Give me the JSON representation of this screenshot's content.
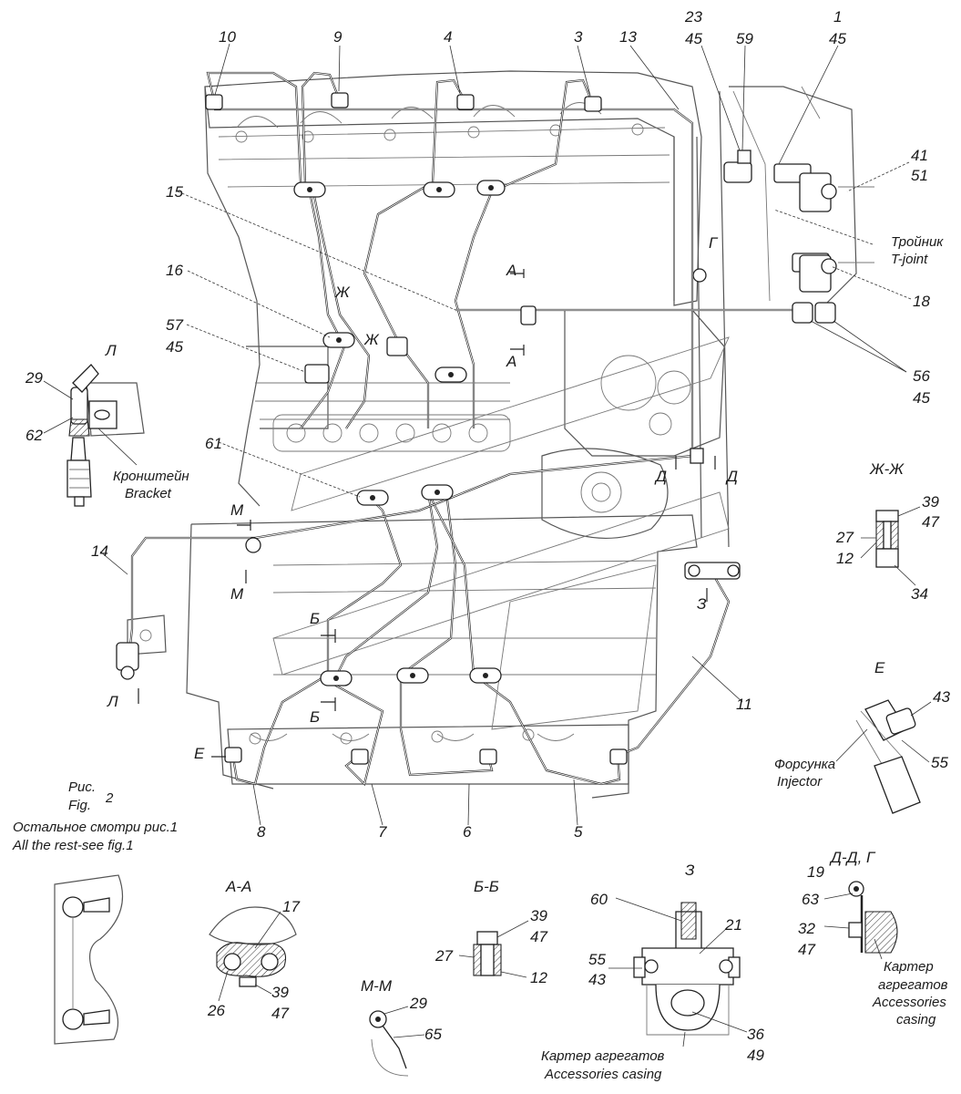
{
  "figure": {
    "number": "2",
    "caption_ru": "Рис.",
    "caption_en": "Fig.",
    "note_ru": "Остальное смотри рис.1",
    "note_en": "All the rest-see fig.1"
  },
  "callouts": {
    "c10": "10",
    "c9": "9",
    "c4": "4",
    "c3": "3",
    "c13": "13",
    "c23": "23",
    "c45a": "45",
    "c59": "59",
    "c1": "1",
    "c45b": "45",
    "c41": "41",
    "c51": "51",
    "c15": "15",
    "c16": "16",
    "c57": "57",
    "c45c": "45",
    "c18": "18",
    "c56": "56",
    "c45d": "45",
    "c61": "61",
    "c14": "14",
    "c11": "11",
    "c8": "8",
    "c7": "7",
    "c6": "6",
    "c5": "5"
  },
  "section_marks": {
    "zh1": "Ж",
    "zh2": "Ж",
    "a1": "А",
    "a2": "А",
    "g": "Г",
    "d1": "Д",
    "d2": "Д",
    "m1": "М",
    "m2": "М",
    "b1": "Б",
    "b2": "Б",
    "z": "З",
    "e": "Е",
    "l": "Л"
  },
  "tee_label": {
    "ru": "Тройник",
    "en": "T-joint"
  },
  "detail_L": {
    "title": "Л",
    "callouts": [
      "29",
      "62"
    ],
    "label_ru": "Кронштейн",
    "label_en": "Bracket"
  },
  "detail_ZhZh": {
    "title": "Ж-Ж",
    "callouts": [
      "39",
      "47",
      "27",
      "12",
      "34"
    ]
  },
  "detail_E": {
    "title": "Е",
    "callouts": [
      "43",
      "55"
    ],
    "label_ru": "Форсунка",
    "label_en": "Injector"
  },
  "detail_AA": {
    "title": "А-А",
    "callouts": [
      "17",
      "26",
      "39",
      "47"
    ]
  },
  "detail_BB": {
    "title": "Б-Б",
    "callouts": [
      "39",
      "47",
      "27",
      "12"
    ]
  },
  "detail_MM": {
    "title": "М-М",
    "callouts": [
      "29",
      "65"
    ]
  },
  "detail_Z": {
    "title": "З",
    "callouts": [
      "60",
      "21",
      "55",
      "43",
      "36",
      "49"
    ],
    "label_ru": "Картер агрегатов",
    "label_en": "Accessories casing"
  },
  "detail_DG": {
    "title": "Д-Д, Г",
    "callouts": [
      "19",
      "63",
      "32",
      "47"
    ],
    "label_ru_1": "Картер",
    "label_ru_2": "агрегатов",
    "label_en_1": "Accessories",
    "label_en_2": "casing"
  }
}
